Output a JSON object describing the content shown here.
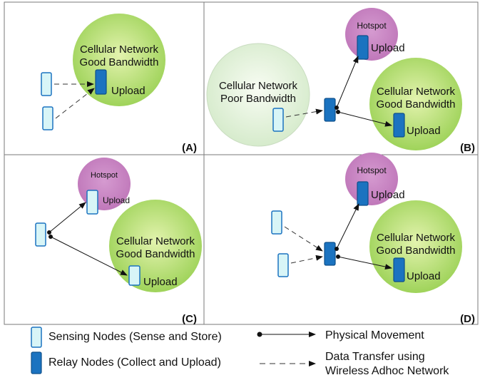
{
  "colors": {
    "cellular_good_fill": "#a4d65e",
    "cellular_good_center": "#dff0a8",
    "cellular_poor_fill": "#dbeed3",
    "cellular_poor_center": "#f7fbf2",
    "hotspot_fill": "#c67fc0",
    "sensing_node": "#d8f5f7",
    "relay_node": "#1b73c0",
    "panel_border": "#777777"
  },
  "icons": {
    "sensing": "sensing-node-icon",
    "relay": "relay-node-icon"
  },
  "panels": {
    "a": {
      "tag": "(A)",
      "cell_line1": "Cellular Network",
      "cell_line2": "Good Bandwidth",
      "upload": "Upload"
    },
    "b": {
      "tag": "(B)",
      "hotspot": "Hotspot",
      "hotspot_upload": "Upload",
      "poor_line1": "Cellular Network",
      "poor_line2": "Poor Bandwidth",
      "cell_line1": "Cellular Network",
      "cell_line2": "Good Bandwidth",
      "cell_upload": "Upload"
    },
    "c": {
      "tag": "(C)",
      "hotspot": "Hotspot",
      "hotspot_upload": "Upload",
      "cell_line1": "Cellular Network",
      "cell_line2": "Good Bandwidth",
      "cell_upload": "Upload"
    },
    "d": {
      "tag": "(D)",
      "hotspot": "Hotspot",
      "hotspot_upload": "Upload",
      "cell_line1": "Cellular Network",
      "cell_line2": "Good Bandwidth",
      "cell_upload": "Upload"
    }
  },
  "legend": {
    "sensing": "Sensing Nodes (Sense and Store)",
    "relay": "Relay Nodes (Collect and Upload)",
    "physical": "Physical Movement",
    "data_line1": "Data Transfer using",
    "data_line2": "Wireless Adhoc Network"
  }
}
